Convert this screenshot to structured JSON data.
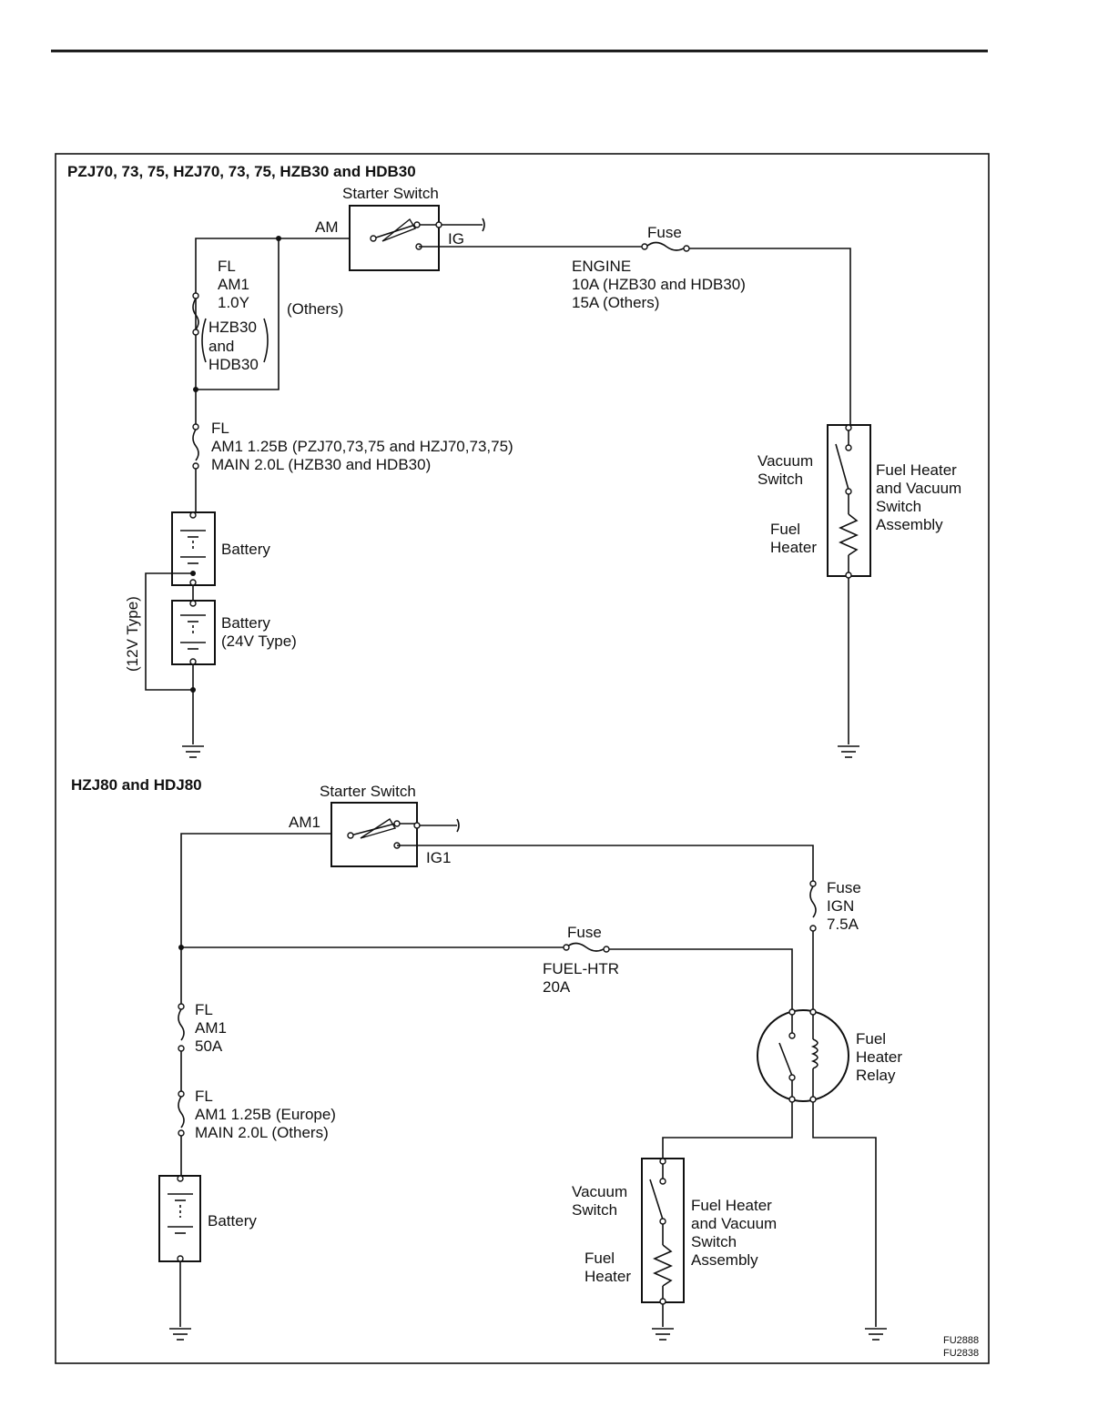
{
  "top_diagram": {
    "heading": "PZJ70, 73, 75, HZJ70, 73, 75, HZB30 and HDB30",
    "starter_switch": {
      "title": "Starter Switch",
      "am": "AM",
      "ig": "IG"
    },
    "fuse_label": "Fuse",
    "engine_fuse": [
      "ENGINE",
      "10A (HZB30 and HDB30)",
      "15A (Others)"
    ],
    "fl_small": [
      "FL",
      "AM1",
      "1.0Y"
    ],
    "fl_small_models": [
      "HZB30",
      "and",
      "HDB30"
    ],
    "others": "(Others)",
    "fl_main": [
      "FL",
      "AM1 1.25B (PZJ70,73,75 and HZJ70,73,75)",
      "MAIN 2.0L (HZB30 and HDB30)"
    ],
    "battery": "Battery",
    "battery_24v": [
      "Battery",
      "(24V Type)"
    ],
    "type_12v": "(12V Type)",
    "vacuum_switch": [
      "Vacuum",
      "Switch"
    ],
    "fuel_heater": [
      "Fuel",
      "Heater"
    ],
    "assembly": [
      "Fuel Heater",
      "and Vacuum",
      "Switch",
      "Assembly"
    ]
  },
  "bottom_diagram": {
    "heading": "HZJ80 and HDJ80",
    "starter_switch": {
      "title": "Starter Switch",
      "am1": "AM1",
      "ig1": "IG1"
    },
    "ign_fuse": [
      "Fuse",
      "IGN",
      "7.5A"
    ],
    "fuel_htr_fuse": {
      "title": "Fuse",
      "name": "FUEL-HTR",
      "rating": "20A"
    },
    "fl_am1": [
      "FL",
      "AM1",
      "50A"
    ],
    "fl_main": [
      "FL",
      "AM1 1.25B (Europe)",
      "MAIN 2.0L (Others)"
    ],
    "battery": "Battery",
    "relay": [
      "Fuel",
      "Heater",
      "Relay"
    ],
    "vacuum_switch": [
      "Vacuum",
      "Switch"
    ],
    "fuel_heater": [
      "Fuel",
      "Heater"
    ],
    "assembly": [
      "Fuel Heater",
      "and Vacuum",
      "Switch",
      "Assembly"
    ]
  },
  "figure_codes": [
    "FU2888",
    "FU2838"
  ]
}
